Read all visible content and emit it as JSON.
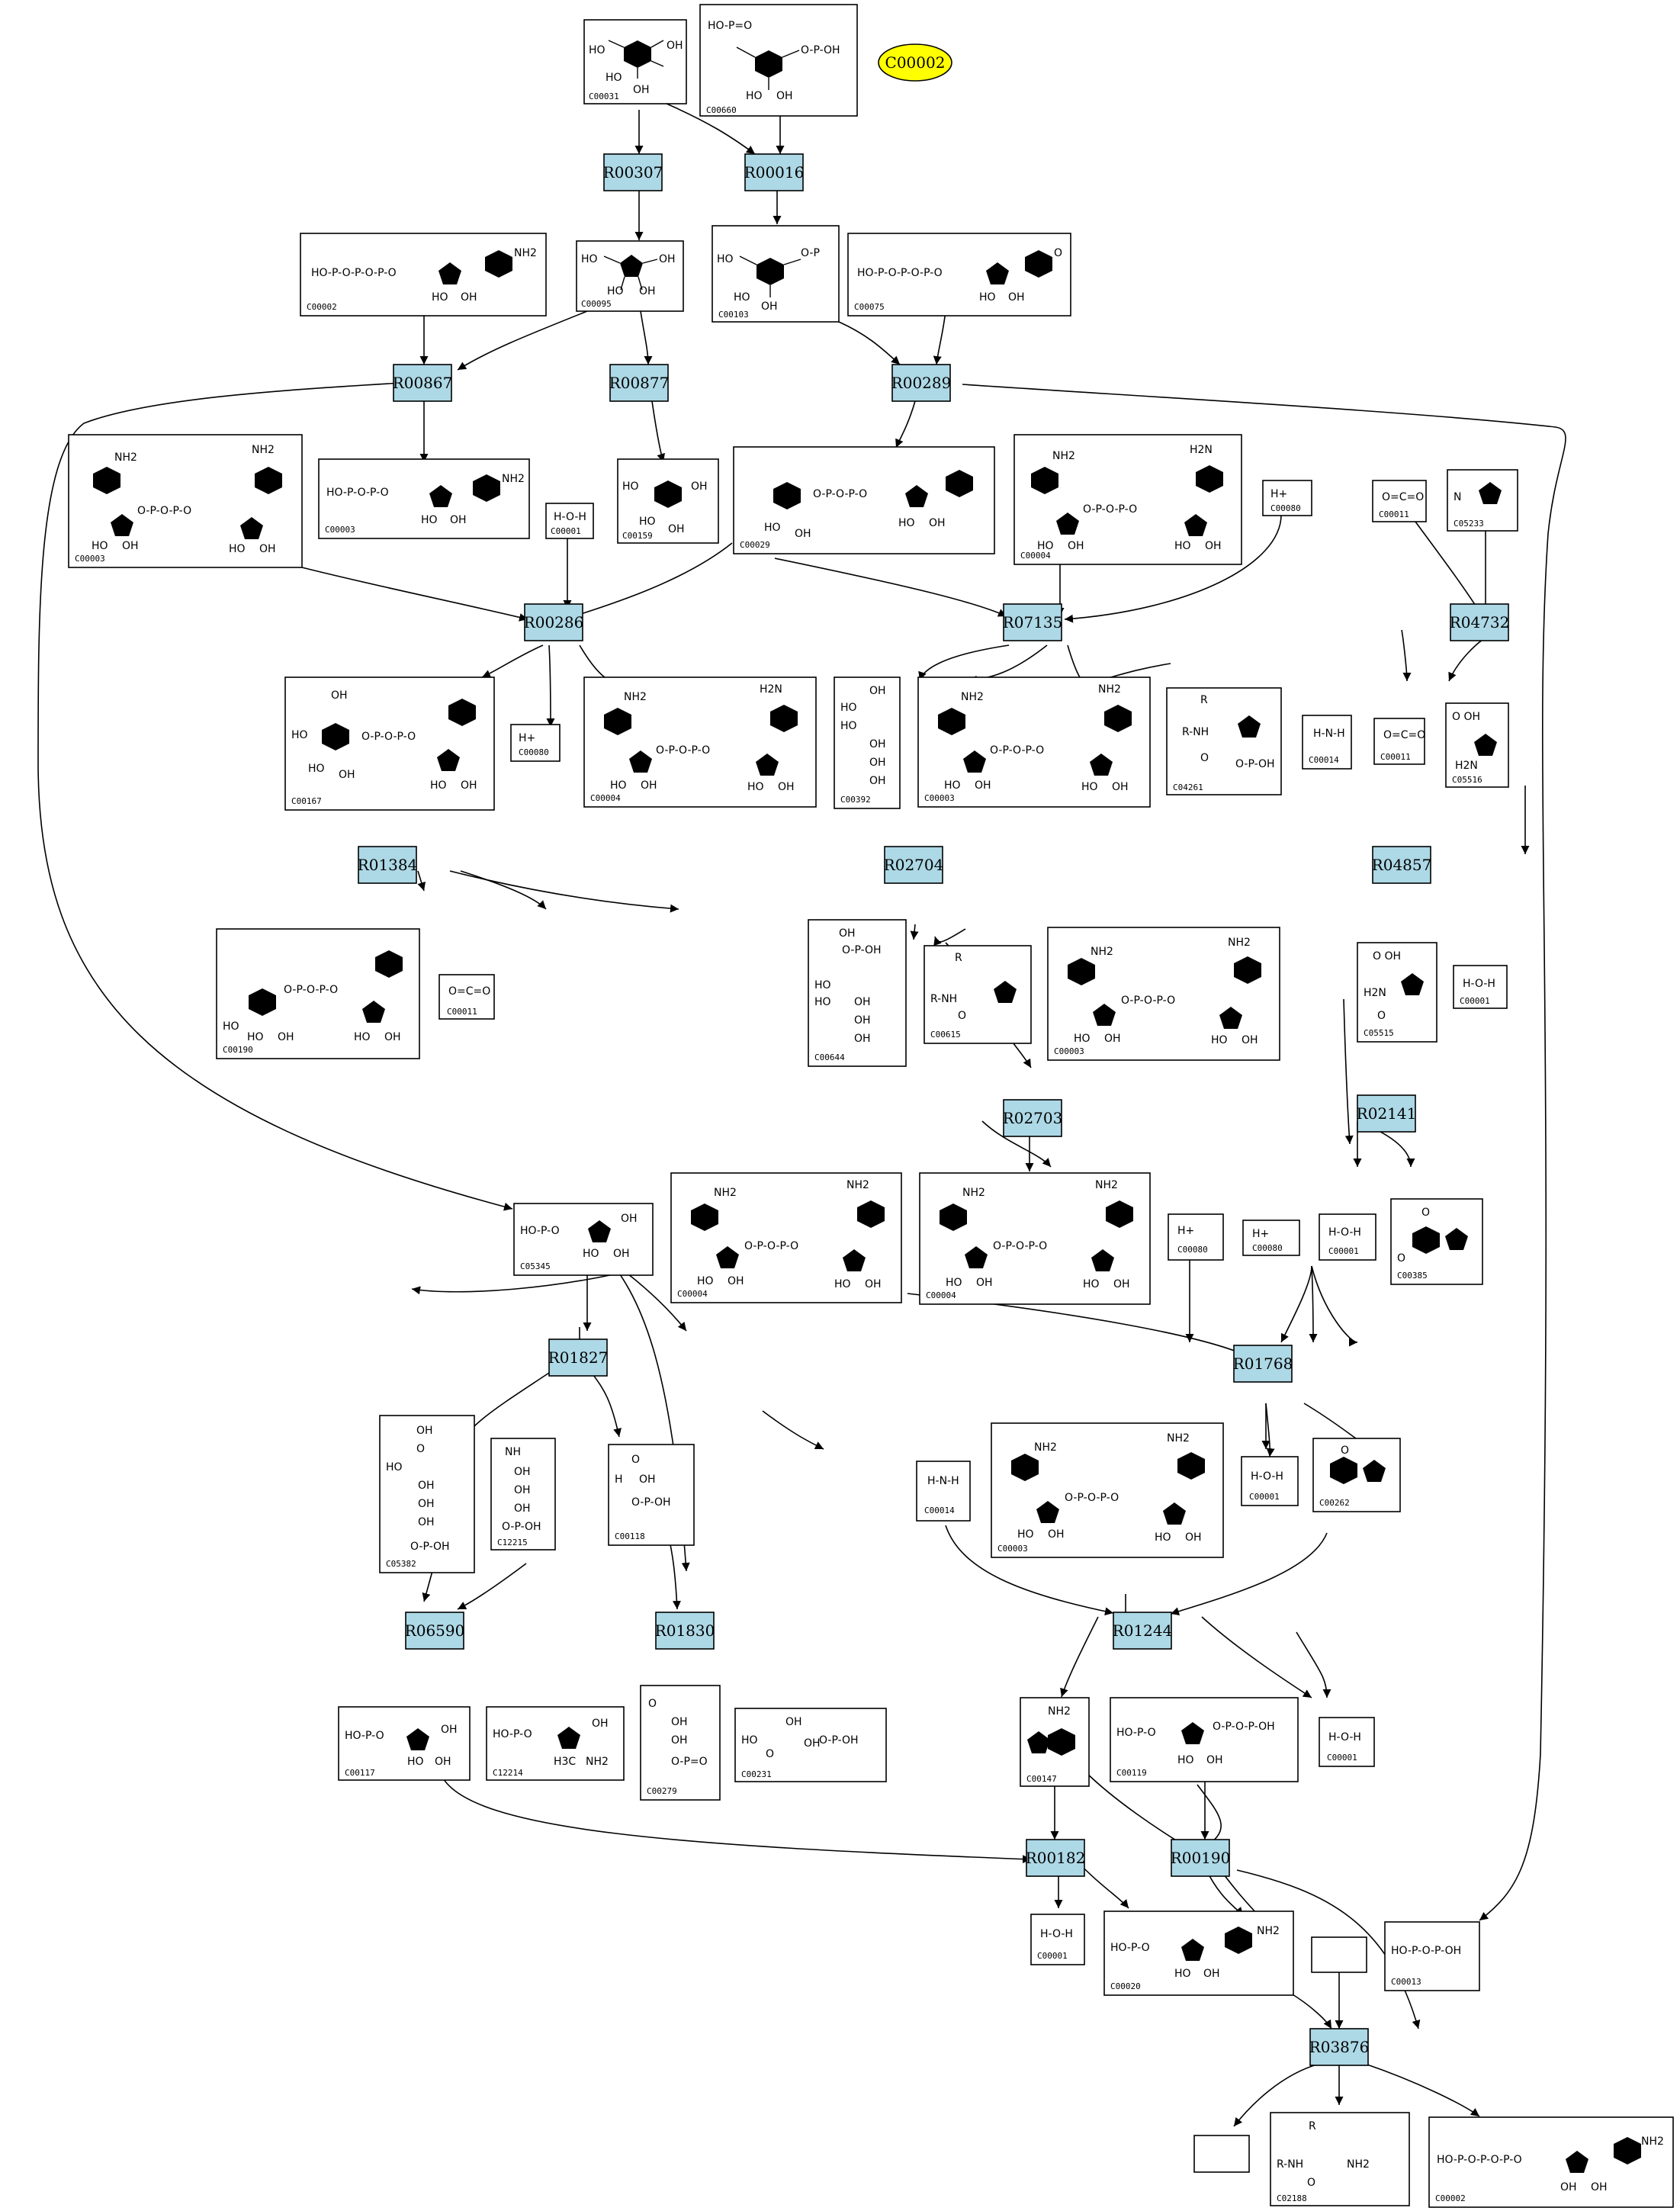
{
  "diagram": {
    "highlight_node": {
      "label": "C00002",
      "color": "#ffff00"
    },
    "reaction_color": "#add8e6",
    "reactions": [
      {
        "id": "R00307"
      },
      {
        "id": "R00016"
      },
      {
        "id": "R00867"
      },
      {
        "id": "R00877"
      },
      {
        "id": "R00289"
      },
      {
        "id": "R00286"
      },
      {
        "id": "R07135"
      },
      {
        "id": "R04732"
      },
      {
        "id": "R01384"
      },
      {
        "id": "R02704"
      },
      {
        "id": "R04857"
      },
      {
        "id": "R02141"
      },
      {
        "id": "R02703"
      },
      {
        "id": "R01827"
      },
      {
        "id": "R01768"
      },
      {
        "id": "R06590"
      },
      {
        "id": "R01830"
      },
      {
        "id": "R01244"
      },
      {
        "id": "R00182"
      },
      {
        "id": "R00190"
      },
      {
        "id": "R03876"
      }
    ],
    "compounds": [
      {
        "id": "C00031",
        "kind": "hexose"
      },
      {
        "id": "C00660",
        "kind": "hexose-bisphosphate"
      },
      {
        "id": "C00095",
        "kind": "furanose"
      },
      {
        "id": "C00103",
        "kind": "hexose-phosphate"
      },
      {
        "id": "C00002",
        "kind": "atp"
      },
      {
        "id": "C00075",
        "kind": "utp"
      },
      {
        "id": "C00003",
        "kind": "nad"
      },
      {
        "id": "C00003",
        "kind": "adp"
      },
      {
        "id": "C00001",
        "kind": "water"
      },
      {
        "id": "C00159",
        "kind": "hexose"
      },
      {
        "id": "C00029",
        "kind": "udp-glucose"
      },
      {
        "id": "C00004",
        "kind": "nadh"
      },
      {
        "id": "C00080",
        "kind": "proton"
      },
      {
        "id": "C00011",
        "kind": "co2"
      },
      {
        "id": "C05233",
        "kind": "imidazole"
      },
      {
        "id": "C00167",
        "kind": "udp-glucuronate"
      },
      {
        "id": "C00080",
        "kind": "proton"
      },
      {
        "id": "C00004",
        "kind": "nadh"
      },
      {
        "id": "C00392",
        "kind": "polyol"
      },
      {
        "id": "C00003",
        "kind": "nad"
      },
      {
        "id": "C04261",
        "kind": "peptide-histidine"
      },
      {
        "id": "C00014",
        "kind": "ammonia"
      },
      {
        "id": "C00011",
        "kind": "co2"
      },
      {
        "id": "C05516",
        "kind": "imidazole-acid"
      },
      {
        "id": "C00190",
        "kind": "udp-xylose"
      },
      {
        "id": "C00011",
        "kind": "co2"
      },
      {
        "id": "C00644",
        "kind": "polyol-phosphate"
      },
      {
        "id": "C00615",
        "kind": "peptide-histidine"
      },
      {
        "id": "C00003",
        "kind": "nad"
      },
      {
        "id": "C05515",
        "kind": "imidazole-amide"
      },
      {
        "id": "C00001",
        "kind": "water"
      },
      {
        "id": "C05345",
        "kind": "furanose-phosphate"
      },
      {
        "id": "C00004",
        "kind": "nadh"
      },
      {
        "id": "C00004",
        "kind": "nadh"
      },
      {
        "id": "C00080",
        "kind": "proton"
      },
      {
        "id": "C00080",
        "kind": "proton"
      },
      {
        "id": "C00001",
        "kind": "water"
      },
      {
        "id": "C00385",
        "kind": "xanthine"
      },
      {
        "id": "C05382",
        "kind": "polyol-phosphate"
      },
      {
        "id": "C12215",
        "kind": "polyol-phosphate"
      },
      {
        "id": "C00118",
        "kind": "glyceraldehyde-phosphate"
      },
      {
        "id": "C00003",
        "kind": "nad"
      },
      {
        "id": "C00014",
        "kind": "ammonia"
      },
      {
        "id": "C00001",
        "kind": "water"
      },
      {
        "id": "C00262",
        "kind": "hypoxanthine"
      },
      {
        "id": "C00117",
        "kind": "ribose-phosphate"
      },
      {
        "id": "C12214",
        "kind": "amino-sugar-phosphate"
      },
      {
        "id": "C00279",
        "kind": "erythrose-phosphate"
      },
      {
        "id": "C00231",
        "kind": "pentulose-phosphate"
      },
      {
        "id": "C00147",
        "kind": "adenine"
      },
      {
        "id": "C00119",
        "kind": "prpp"
      },
      {
        "id": "C00001",
        "kind": "water"
      },
      {
        "id": "C00001",
        "kind": "water"
      },
      {
        "id": "C00020",
        "kind": "amp"
      },
      {
        "id": "C00013",
        "kind": "pyrophosphate"
      },
      {
        "id": "",
        "kind": "blank"
      },
      {
        "id": "",
        "kind": "blank"
      },
      {
        "id": "C02188",
        "kind": "lysine-peptide"
      },
      {
        "id": "C00002",
        "kind": "atp"
      }
    ]
  }
}
